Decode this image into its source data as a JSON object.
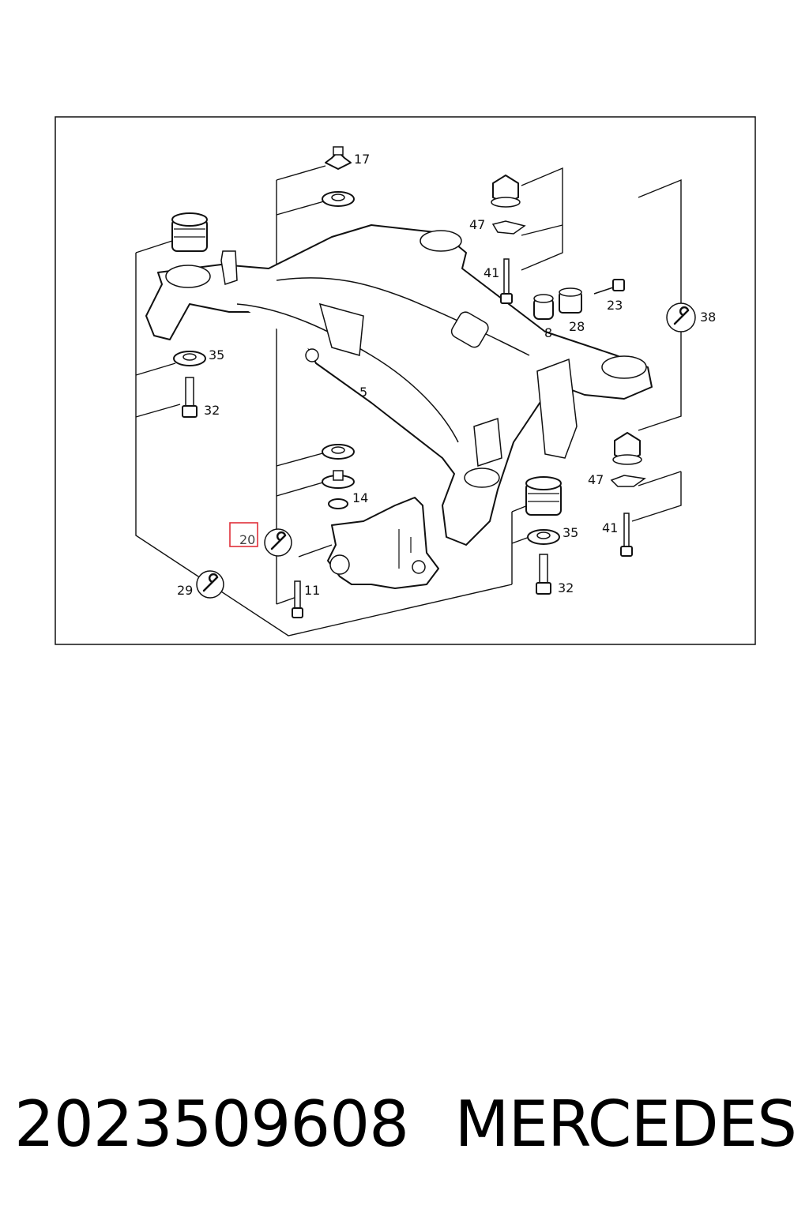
{
  "diagram": {
    "callouts": {
      "c17": "17",
      "c47a": "47",
      "c41a": "41",
      "c23": "23",
      "c8": "8",
      "c28": "28",
      "c38": "38",
      "c35a": "35",
      "c32a": "32",
      "c5": "5",
      "c14": "14",
      "c47b": "47",
      "c41b": "41",
      "c35b": "35",
      "c32b": "32",
      "c20": "20",
      "c29": "29",
      "c11": "11"
    },
    "highlighted_callout": "20",
    "highlight_color": "#e0303a",
    "icons": [
      "wrench-icon",
      "wrench-icon",
      "wrench-icon"
    ]
  },
  "caption": {
    "part_number": "2023509608",
    "brand": "MERCEDES"
  }
}
